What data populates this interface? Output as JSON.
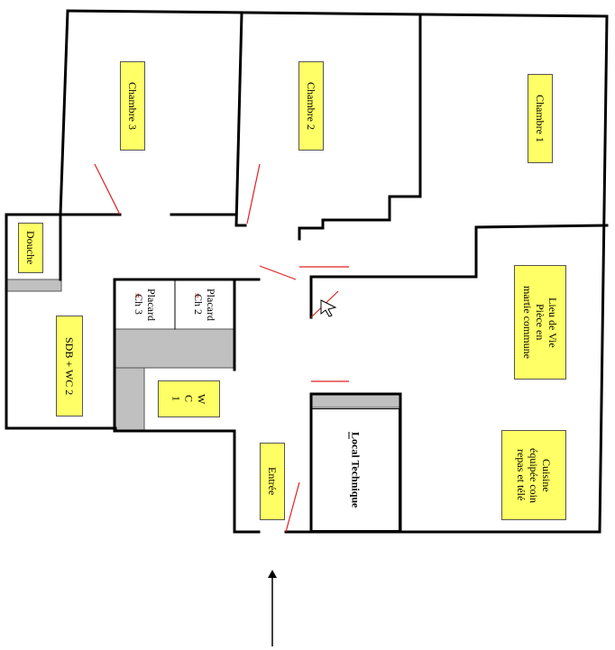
{
  "rooms": {
    "chambre3": "Chambre 3",
    "chambre2": "Chambre 2",
    "chambre1": "Chambre 1",
    "douche": "Douche",
    "sdb": "SDB + WC 2",
    "wc": "W\nC\n1",
    "entree": "Entrée",
    "lieu_de_vie": "Lieu de Vie\nPièce en\nmartie commune",
    "cuisine": "Cuisine\néquipée coin\nrepas et télé",
    "placard_ch3": "Placard\nCh 3",
    "placard_ch2": "Placard\nCh 2",
    "local_first_letter": "L",
    "local_rest": "ocal Technique"
  },
  "colors": {
    "label_bg": "#ffff66",
    "wall": "#000000",
    "door": "#e02020",
    "partition": "#c0c0c0"
  },
  "icons": {
    "entrance": "up-arrow-icon",
    "cursor": "mouse-pointer-icon"
  }
}
